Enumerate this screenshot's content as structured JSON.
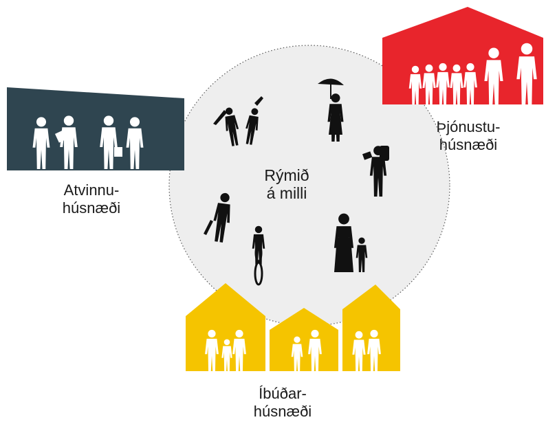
{
  "colors": {
    "work": "#2f4550",
    "service": "#e8252c",
    "housing": "#f5c400",
    "circle_fill": "#eeeeee",
    "circle_stroke": "#555555",
    "silhouette_dark": "#111111",
    "silhouette_light": "#ffffff"
  },
  "zones": {
    "work": {
      "line1": "Atvinnu-",
      "line2": "húsnæði",
      "figures_icon": "people-group-icon"
    },
    "service": {
      "line1": "Þjónustu-",
      "line2": "húsnæði",
      "figures_icon": "queue-of-people-icon"
    },
    "centre": {
      "line1": "Rýmið",
      "line2": "á milli"
    },
    "housing": {
      "line1": "Íbúðar-",
      "line2": "húsnæði",
      "figures_icon": "family-icon"
    }
  },
  "centre_figures": [
    "dancing-couple-icon",
    "woman-with-umbrella-icon",
    "hiker-with-map-icon",
    "runner-icon",
    "cyclist-icon",
    "mother-and-child-icon"
  ]
}
